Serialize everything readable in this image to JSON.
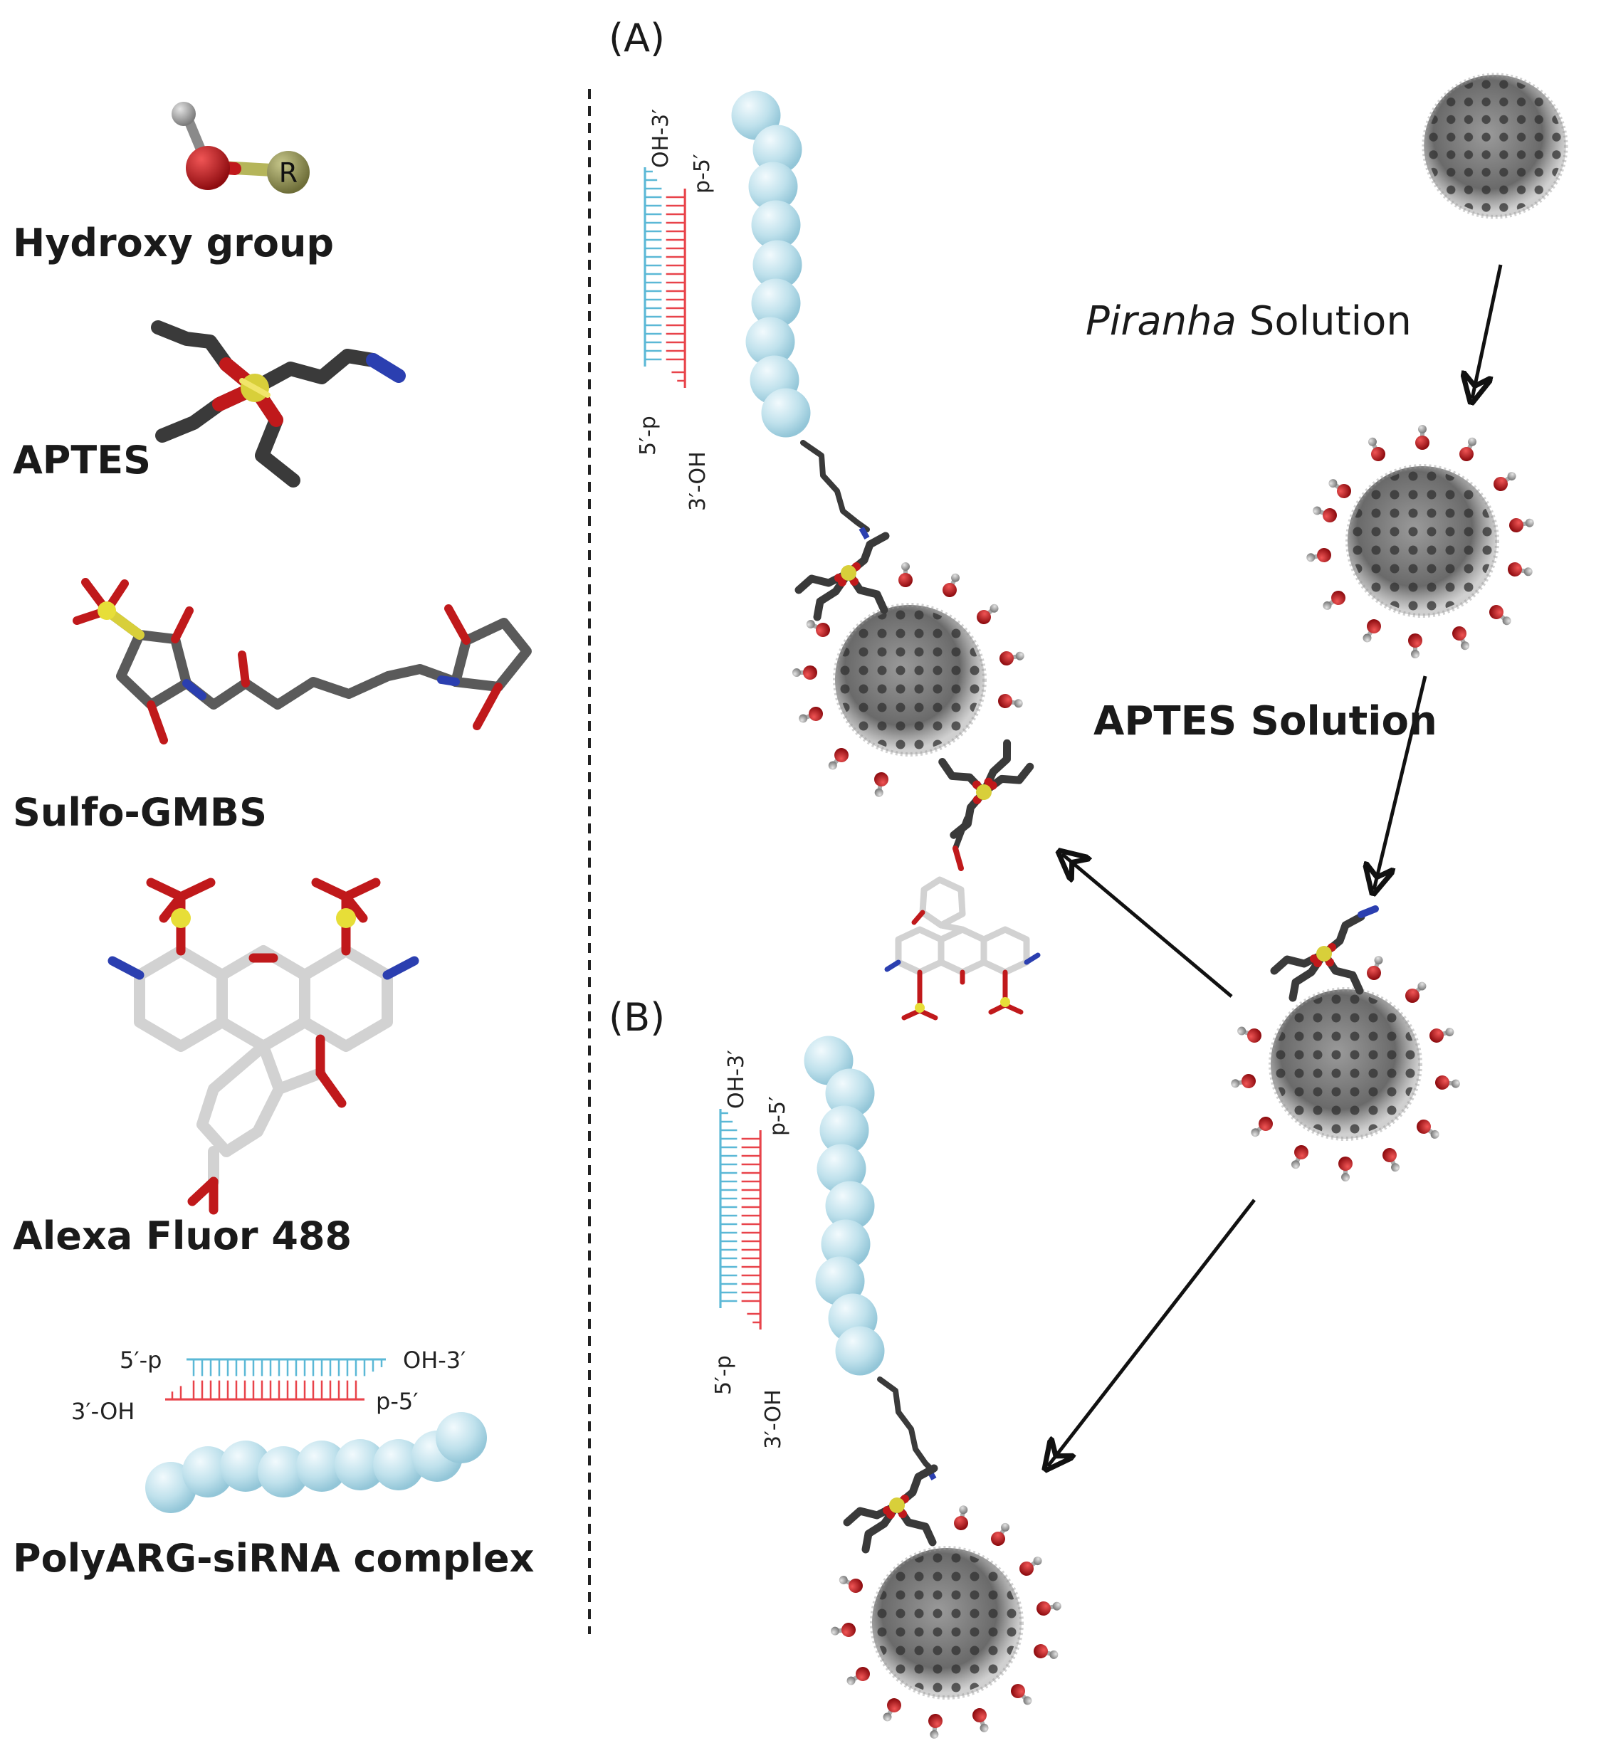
{
  "legend": {
    "hydroxy": "Hydroxy group",
    "r_atom": "R",
    "aptes": "APTES",
    "sulfo_gmbs": "Sulfo-GMBS",
    "alexa": "Alexa Fluor 488",
    "complex": "PolyARG-siRNA complex",
    "sirna_labels": {
      "five_p": "5′-p",
      "oh_three": "OH-3′",
      "three_oh": "3′-OH",
      "p_five": "p-5′"
    }
  },
  "panels": {
    "a": "(A)",
    "b": "(B)"
  },
  "steps": {
    "piranha_italic": "Piranha",
    "piranha_rest": " Solution",
    "aptes_solution": "APTES Solution"
  },
  "colors": {
    "sense_strand": "#5bb8d6",
    "antisense_strand": "#e8434a",
    "polyarg": "#b8dde9",
    "oxygen": "#c0191b",
    "hydrogen": "#9a9a9a",
    "silicon": "#d8cf3a",
    "nitrogen": "#2b3fb0",
    "carbon": "#4a4a4a",
    "particle": "#6e6e6e"
  },
  "icons": [
    "hydroxy-molecule",
    "aptes-molecule",
    "sulfo-gmbs-molecule",
    "alexa-fluor-molecule",
    "sirna-duplex",
    "polyarg-chain",
    "silica-nanoparticle",
    "reaction-arrow"
  ]
}
